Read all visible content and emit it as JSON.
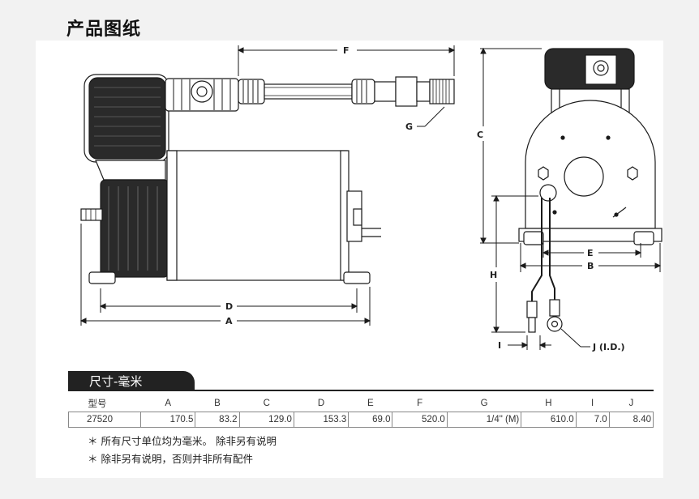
{
  "page": {
    "title": "产品图纸"
  },
  "dimensions": {
    "A": "A",
    "B": "B",
    "C": "C",
    "D": "D",
    "E": "E",
    "F": "F",
    "G": "G",
    "H": "H",
    "I": "I",
    "J": "J (I.D.)"
  },
  "table": {
    "tab_label": "尺寸-毫米",
    "headers": [
      "型号",
      "A",
      "B",
      "C",
      "D",
      "E",
      "F",
      "G",
      "H",
      "I",
      "J"
    ],
    "row": [
      "27520",
      "170.5",
      "83.2",
      "129.0",
      "153.3",
      "69.0",
      "520.0",
      "1/4\" (M)",
      "610.0",
      "7.0",
      "8.40"
    ]
  },
  "notes": [
    "＊ 所有尺寸单位均为毫米。 除非另有说明",
    "＊ 除非另有说明，否则并非所有配件"
  ]
}
